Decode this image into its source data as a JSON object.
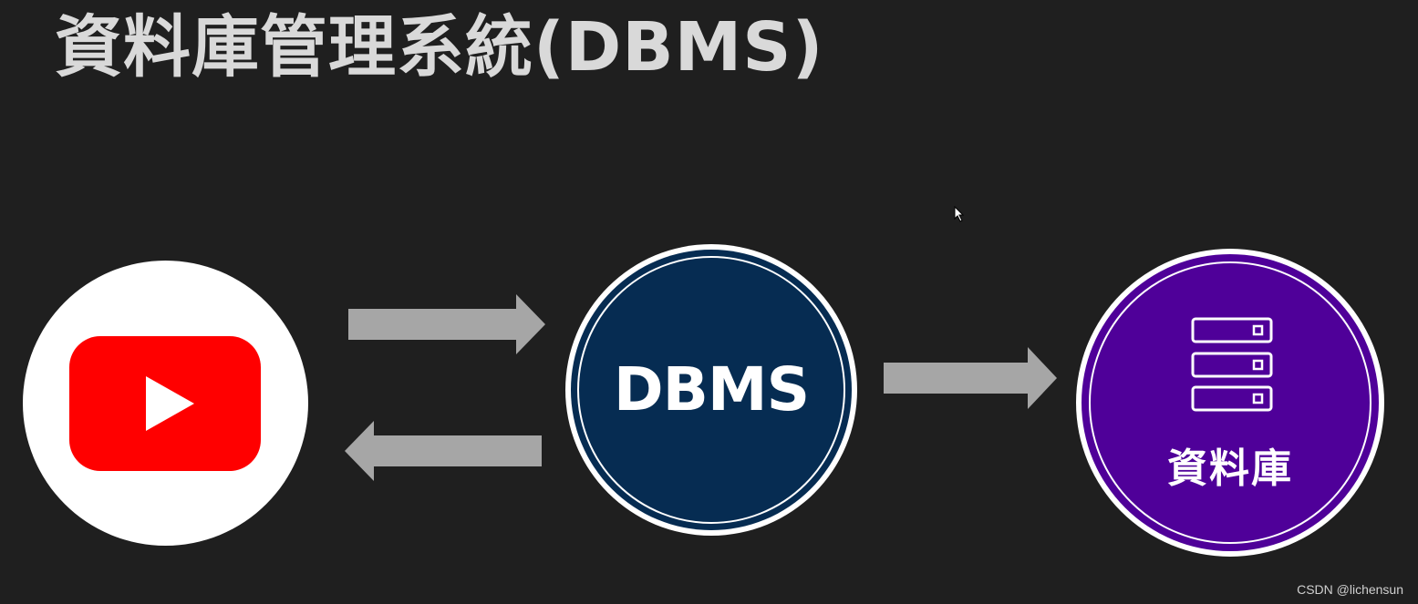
{
  "title": "資料庫管理系統(DBMS)",
  "nodes": {
    "client": {
      "icon": "youtube-logo-icon"
    },
    "dbms": {
      "label": "DBMS"
    },
    "database": {
      "label": "資料庫",
      "icon": "server-stack-icon"
    }
  },
  "arrows": [
    {
      "from": "client",
      "to": "dbms"
    },
    {
      "from": "dbms",
      "to": "client"
    },
    {
      "from": "dbms",
      "to": "database"
    }
  ],
  "watermark": "CSDN @lichensun",
  "colors": {
    "background": "#1f1f1f",
    "title": "#d9d9d9",
    "arrow": "#a6a6a6",
    "youtube_red": "#ff0000",
    "dbms_fill": "#062c52",
    "database_fill": "#4f0099"
  }
}
